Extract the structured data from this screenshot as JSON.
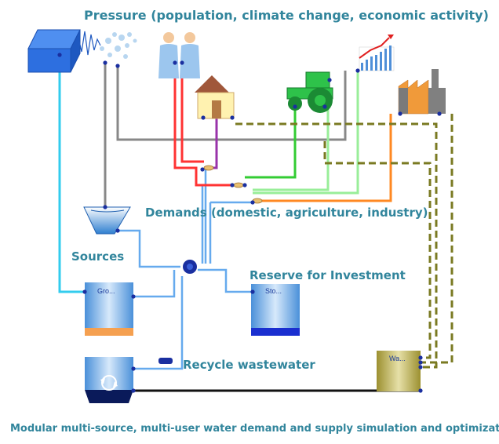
{
  "labels": {
    "pressure": "Pressure (population, climate change, economic activity)",
    "demands": "Demands (domestic, agriculture, industry)",
    "sources": "Sources",
    "reserve": "Reserve for Investment",
    "recycle": "Recycle wastewater",
    "caption": "Modular multi-source, multi-user water demand and supply  simulation and optimization"
  },
  "tanks": {
    "groundwater": "Gro...",
    "storage": "Sto...",
    "wastewater": "Wa..."
  },
  "colors": {
    "label_text": "#31859c",
    "domestic_line": "#ff3333",
    "population_line": "#9933aa",
    "agriculture_line": "#33cc33",
    "growth_line": "#99ee99",
    "industry_line": "#ff8822",
    "wastewater_line": "#7a7a22",
    "pressure_line": "#888888",
    "supply_line": "#66aaee",
    "groundwater_line": "#33ccee",
    "discharge_line": "#111111"
  },
  "icons": [
    "weather-icon",
    "population-icon",
    "house-icon",
    "tractor-icon",
    "growth-chart-icon",
    "factory-icon"
  ]
}
